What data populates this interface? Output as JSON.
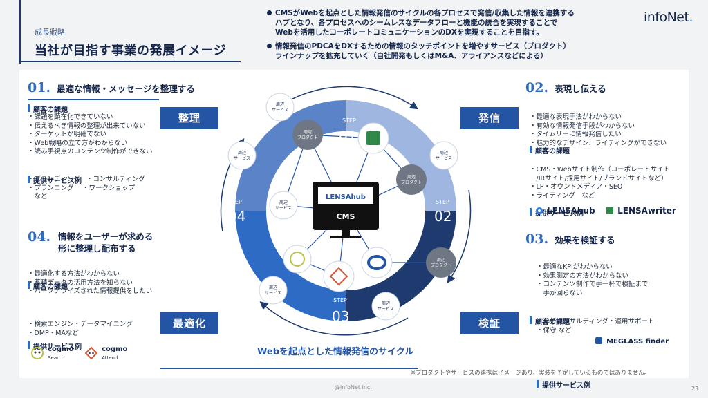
{
  "header": {
    "section": "成長戦略",
    "title": "当社が目指す事業の発展イメージ",
    "bullets": [
      [
        "CMSがWebを起点とした情報発信のサイクルの各プロセスで発信/収集した情報を連携する",
        "ハブとなり、各プロセスへのシームレスなデータフローと機能の統合を実現することで",
        "Webを活用したコーポレートコミュニケーションのDXを実現することを目指す。"
      ],
      [
        "情報発信のPDCAをDXするための情報のタッチポイントを増やすサービス（プロダクト）",
        "ラインナップを拡充していく（自社開発もしくはM&A、アライアンスなどによる）"
      ]
    ],
    "logo": "infoNet",
    "logo_dot": "."
  },
  "steps": {
    "s1": {
      "num": "01",
      "dot": ".",
      "title": "最適な情報・メッセージを整理する",
      "tag": "整理",
      "issues_label": "顧客の課題",
      "issues": [
        "・課題を顕在化できていない",
        "・伝えるべき情報の整理が出来ていない",
        "・ターゲットが明確でない",
        "・Web戦略の立て方がわからない",
        "・読み手視点のコンテンツ制作ができない"
      ],
      "services_label": "提供サービス例",
      "services": [
        "・ブランディング　・コンサルティング",
        "・プランニング　 ・ワークショップ",
        "　など"
      ]
    },
    "s2": {
      "num": "02",
      "dot": ".",
      "title": "表現し伝える",
      "tag": "発信",
      "issues_label": "顧客の課題",
      "issues": [
        "・最適な表現手法がわからない",
        "・有効な情報発信手段がわからない",
        "・タイムリーに情報発信したい",
        "・魅力的なデザイン、ライティングができない"
      ],
      "services_label": "提供サービス例",
      "services": [
        "・CMS・Webサイト制作（コーポレートサイト",
        "　/IRサイト/採用サイト/ブランドサイトなど）",
        "・LP・オウンドメディア・SEO",
        "・ライティング　など"
      ],
      "logos": [
        "LENSAhub",
        "LENSAwriter"
      ]
    },
    "s3": {
      "num": "03",
      "dot": ".",
      "title": "効果を検証する",
      "tag": "検証",
      "issues_label": "顧客の課題",
      "issues": [
        "・最適なKPIがわからない",
        "・効果測定の方法がわからない",
        "・コンテンツ制作で手一杯で検証まで",
        "　手が回らない"
      ],
      "services_label": "提供サービス例",
      "services": [
        "・分析コンサルティング・運用サポート",
        "・保守 など"
      ],
      "logos": [
        "MEGLASS finder"
      ]
    },
    "s4": {
      "num": "04",
      "dot": ".",
      "title_lines": [
        "情報をユーザーが求める",
        "形に整理し配布する"
      ],
      "tag": "最適化",
      "issues_label": "顧客の課題",
      "issues": [
        "・最適化する方法がわからない",
        "・蓄積データの活用方法を知らない",
        "・パーソナライズされた情報提供をしたい"
      ],
      "services_label": "提供サービス例",
      "services": [
        "・検索エンジン・データマイニング",
        "・DMP・MAなど"
      ],
      "logos": [
        "cogmo",
        "Search",
        "cogmo",
        "Attend"
      ]
    }
  },
  "cycle": {
    "center_logo": "LENSAhub",
    "center_label": "CMS",
    "step_word": "STEP",
    "step_nums": [
      "01",
      "02",
      "03",
      "04"
    ],
    "periph_service": [
      "周辺",
      "サービス"
    ],
    "periph_product": [
      "周辺",
      "プロダクト"
    ],
    "label": "Webを起点とした情報発信のサイクル"
  },
  "footer": {
    "note": "※プロダクトやサービスの連携はイメージあり、実装を予定しているものではありません。",
    "copyright": "@infoNet inc.",
    "page": "23"
  },
  "colors": {
    "navy": "#14254a",
    "blue": "#2454a4",
    "accent": "#2d6bc4",
    "light_blue": "#9fb6e0"
  }
}
